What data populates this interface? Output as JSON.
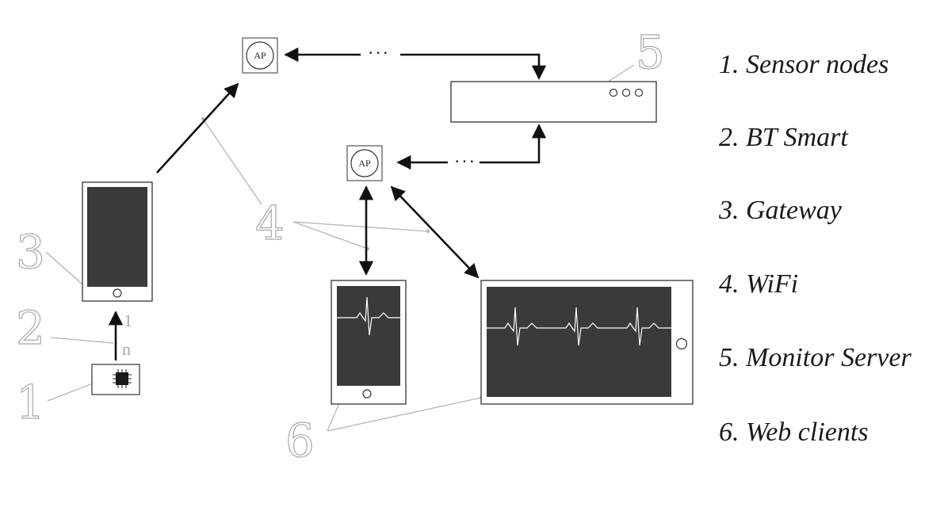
{
  "labels": {
    "n1": "1",
    "n2": "2",
    "n3": "3",
    "n4": "4",
    "n5": "5",
    "n6": "6",
    "link_one": "1",
    "link_n": "n",
    "ap": "AP",
    "dots": "···"
  },
  "legend": [
    "1. Sensor nodes",
    "2. BT Smart",
    "3. Gateway",
    "4. WiFi",
    "5. Monitor Server",
    "6. Web clients"
  ],
  "colors": {
    "screen": "#3a3a3a",
    "arrow": "#111111",
    "leader": "#b5b5b5"
  }
}
